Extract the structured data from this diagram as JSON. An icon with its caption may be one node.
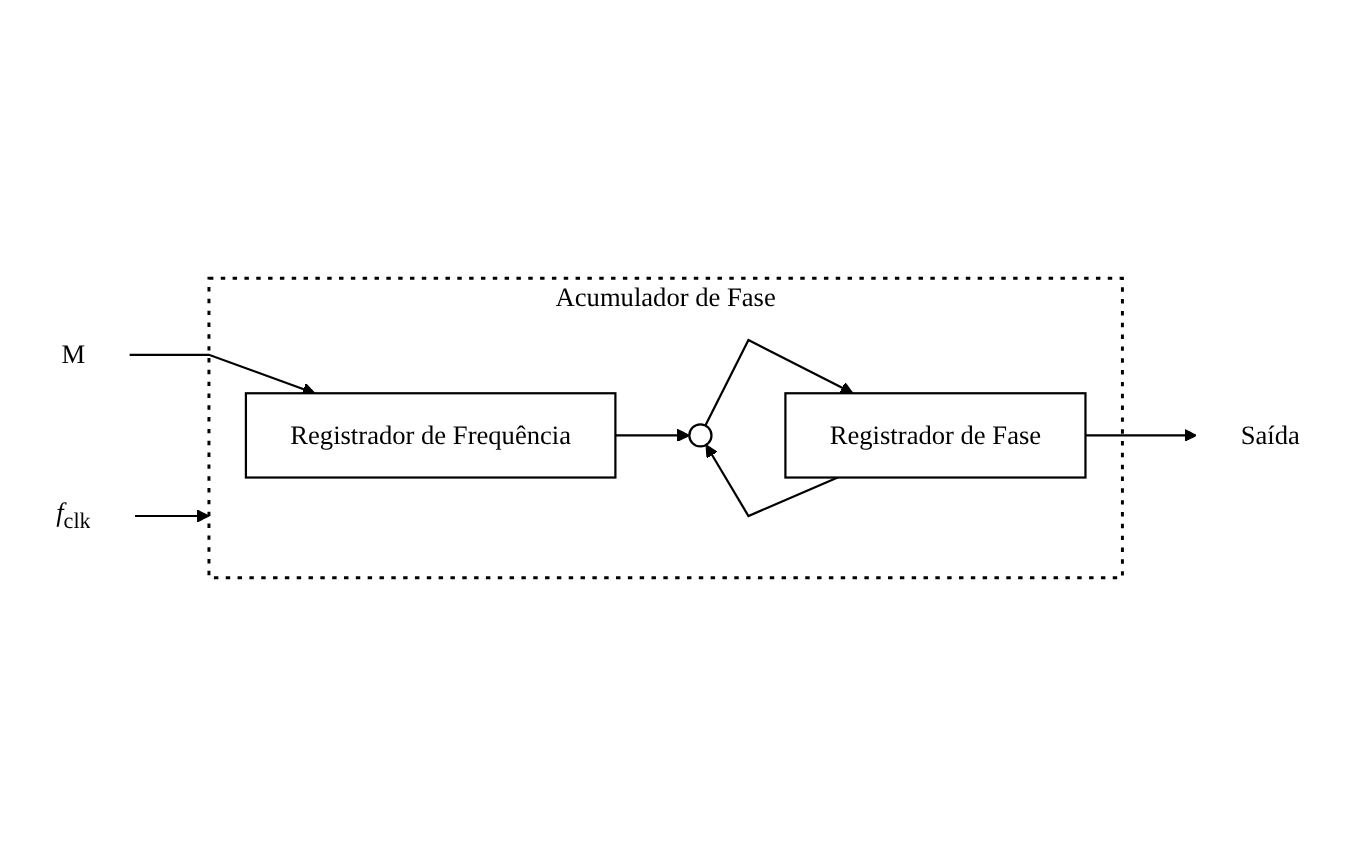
{
  "diagram": {
    "nodes": [
      {
        "text": [
          "Acumulador de Fase"
        ]
      },
      {
        "text": [
          "M"
        ]
      },
      {
        "text": [
          "Registrador de Frequência"
        ],
        "in": 0
      },
      {
        "text": [],
        "shape": "circle",
        "in": 0
      },
      {
        "text": [
          "Registrador de Fase"
        ],
        "in": 0
      },
      {
        "text": [
          "Saída"
        ]
      },
      {
        "text": [
          "*f*$_{clk}$"
        ]
      }
    ],
    "edges": [
      {
        "from": 1,
        "to": 2,
        "arrow": "to"
      },
      {
        "from": 2,
        "to": 3,
        "arrow": "to"
      },
      {
        "from": 3,
        "to": 4,
        "arrow": "to"
      },
      {
        "from": 4,
        "to": 5,
        "arrow": "to"
      },
      {
        "from": 4,
        "to": 3,
        "arrow": "to"
      },
      {
        "from": 6,
        "to": 0,
        "arrow": "to"
      }
    ]
  }
}
